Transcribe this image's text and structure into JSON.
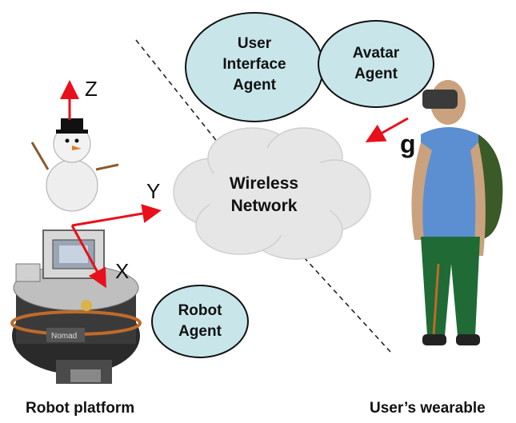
{
  "agents": {
    "user_interface": "User\nInterface\nAgent",
    "avatar": "Avatar\nAgent",
    "robot": "Robot\nAgent"
  },
  "network": {
    "label": "Wireless\nNetwork"
  },
  "axes": {
    "z": "Z",
    "y": "Y",
    "x": "X",
    "gaze": "g"
  },
  "captions": {
    "robot_platform": "Robot platform",
    "user_wearable": "User’s wearable"
  },
  "colors": {
    "agent_fill": "#c8e6ea",
    "cloud_fill": "#e6e6e6",
    "arrow": "#e8101a",
    "shirt": "#5b8fd1",
    "pants": "#1f6a35"
  }
}
